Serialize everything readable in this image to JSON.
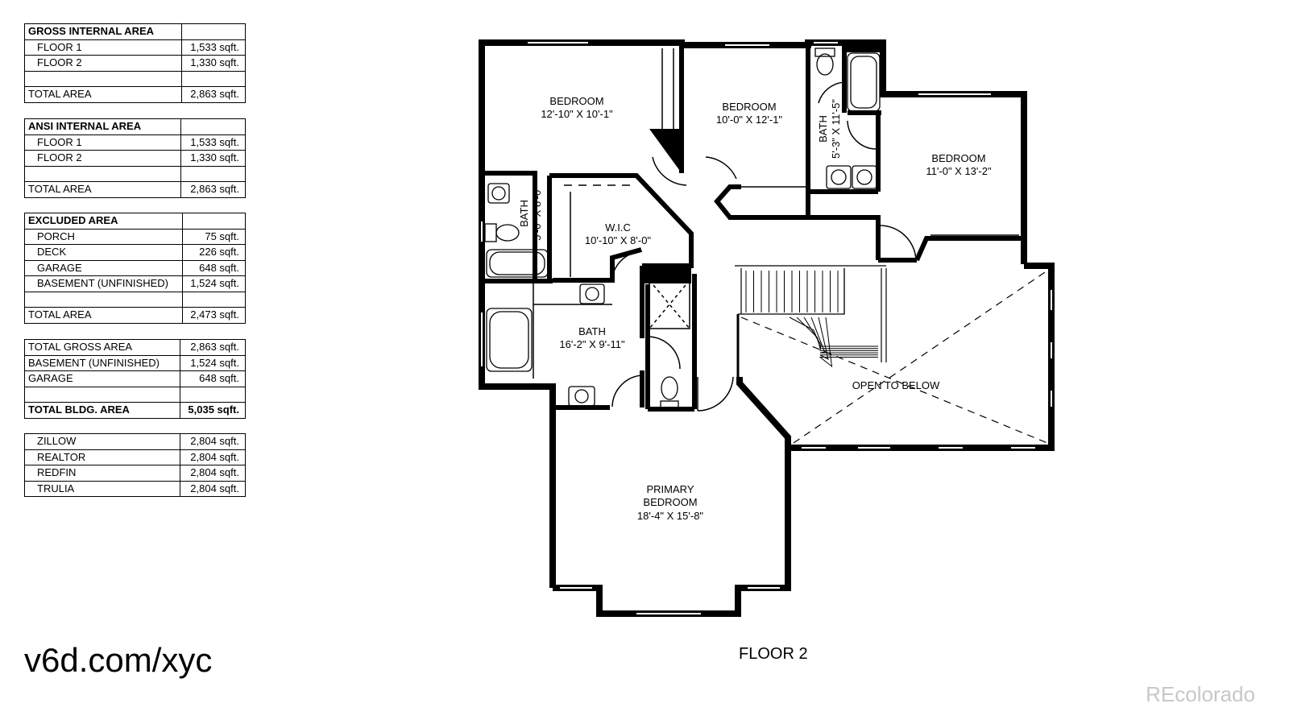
{
  "tables": [
    {
      "key": "gross",
      "header": "GROSS INTERNAL AREA",
      "rows": [
        {
          "label": "FLOOR 1",
          "value": "1,533 sqft."
        },
        {
          "label": "FLOOR 2",
          "value": "1,330 sqft."
        },
        {
          "label": "",
          "value": ""
        }
      ],
      "total": {
        "label": "TOTAL AREA",
        "value": "2,863 sqft."
      }
    },
    {
      "key": "ansi",
      "header": "ANSI INTERNAL AREA",
      "rows": [
        {
          "label": "FLOOR 1",
          "value": "1,533 sqft."
        },
        {
          "label": "FLOOR 2",
          "value": "1,330 sqft."
        },
        {
          "label": "",
          "value": ""
        }
      ],
      "total": {
        "label": "TOTAL AREA",
        "value": "2,863 sqft."
      }
    },
    {
      "key": "excluded",
      "header": "EXCLUDED AREA",
      "rows": [
        {
          "label": "PORCH",
          "value": "75 sqft."
        },
        {
          "label": "DECK",
          "value": "226 sqft."
        },
        {
          "label": "GARAGE",
          "value": "648 sqft."
        },
        {
          "label": "BASEMENT (UNFINISHED)",
          "value": "1,524 sqft."
        },
        {
          "label": "",
          "value": ""
        }
      ],
      "total": {
        "label": "TOTAL AREA",
        "value": "2,473 sqft."
      }
    },
    {
      "key": "building",
      "rows": [
        {
          "label": "TOTAL GROSS AREA",
          "value": "2,863 sqft."
        },
        {
          "label": "BASEMENT (UNFINISHED)",
          "value": "1,524 sqft."
        },
        {
          "label": "GARAGE",
          "value": "648 sqft."
        },
        {
          "label": "",
          "value": ""
        }
      ],
      "total": {
        "label": "TOTAL BLDG. AREA",
        "value": "5,035 sqft."
      }
    },
    {
      "key": "portals",
      "rows": [
        {
          "label": "ZILLOW",
          "value": "2,804 sqft."
        },
        {
          "label": "REALTOR",
          "value": "2,804 sqft."
        },
        {
          "label": "REDFIN",
          "value": "2,804 sqft."
        },
        {
          "label": "TRULIA",
          "value": "2,804 sqft."
        }
      ]
    }
  ],
  "rooms": {
    "bedroom_nw": {
      "name": "BEDROOM",
      "dims": "12'-10\" X 10'-1\""
    },
    "bedroom_n": {
      "name": "BEDROOM",
      "dims": "10'-0\" X 12'-1\""
    },
    "bath_ne": {
      "name": "BATH",
      "dims": "5'-3\" X 11'-5\""
    },
    "bedroom_e": {
      "name": "BEDROOM",
      "dims": "11'-0\" X 13'-2\""
    },
    "bath_w": {
      "name": "BATH",
      "dims": "5'-0\" X 8'-0\""
    },
    "wic": {
      "name": "W.I.C",
      "dims": "10'-10\" X 8'-0\""
    },
    "bath_main": {
      "name": "BATH",
      "dims": "16'-2\" X 9'-11\""
    },
    "open_below": {
      "name": "OPEN TO BELOW"
    },
    "primary": {
      "line1": "PRIMARY",
      "line2": "BEDROOM",
      "dims": "18'-4\" X 15'-8\""
    }
  },
  "floor_label": "FLOOR 2",
  "url": "v6d.com/xyc",
  "watermark": "REcolorado"
}
